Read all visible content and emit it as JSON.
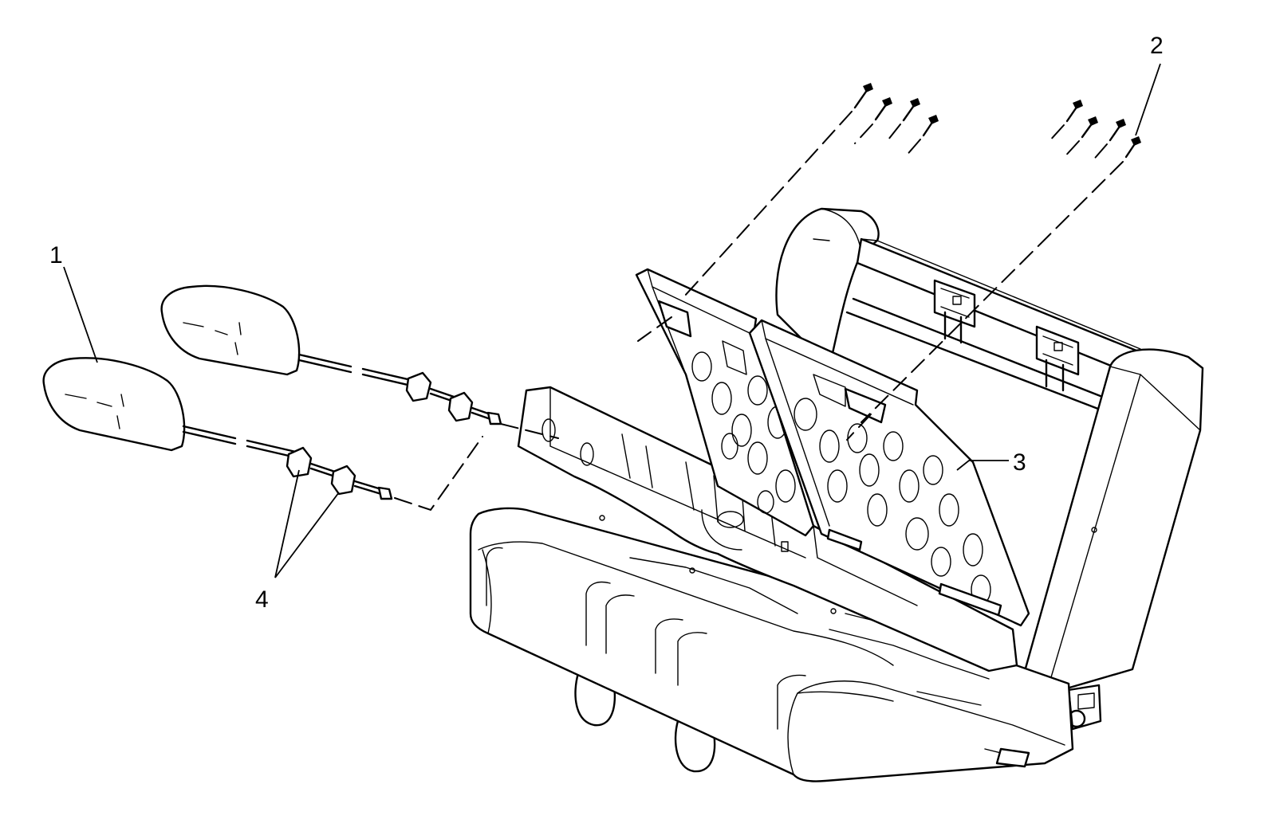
{
  "diagram": {
    "callouts": [
      {
        "id": "headrest",
        "label": "1"
      },
      {
        "id": "bolts",
        "label": "2"
      },
      {
        "id": "seatback-panel",
        "label": "3"
      },
      {
        "id": "guides",
        "label": "4"
      }
    ],
    "line_color": "#000000",
    "background_color": "#ffffff"
  }
}
